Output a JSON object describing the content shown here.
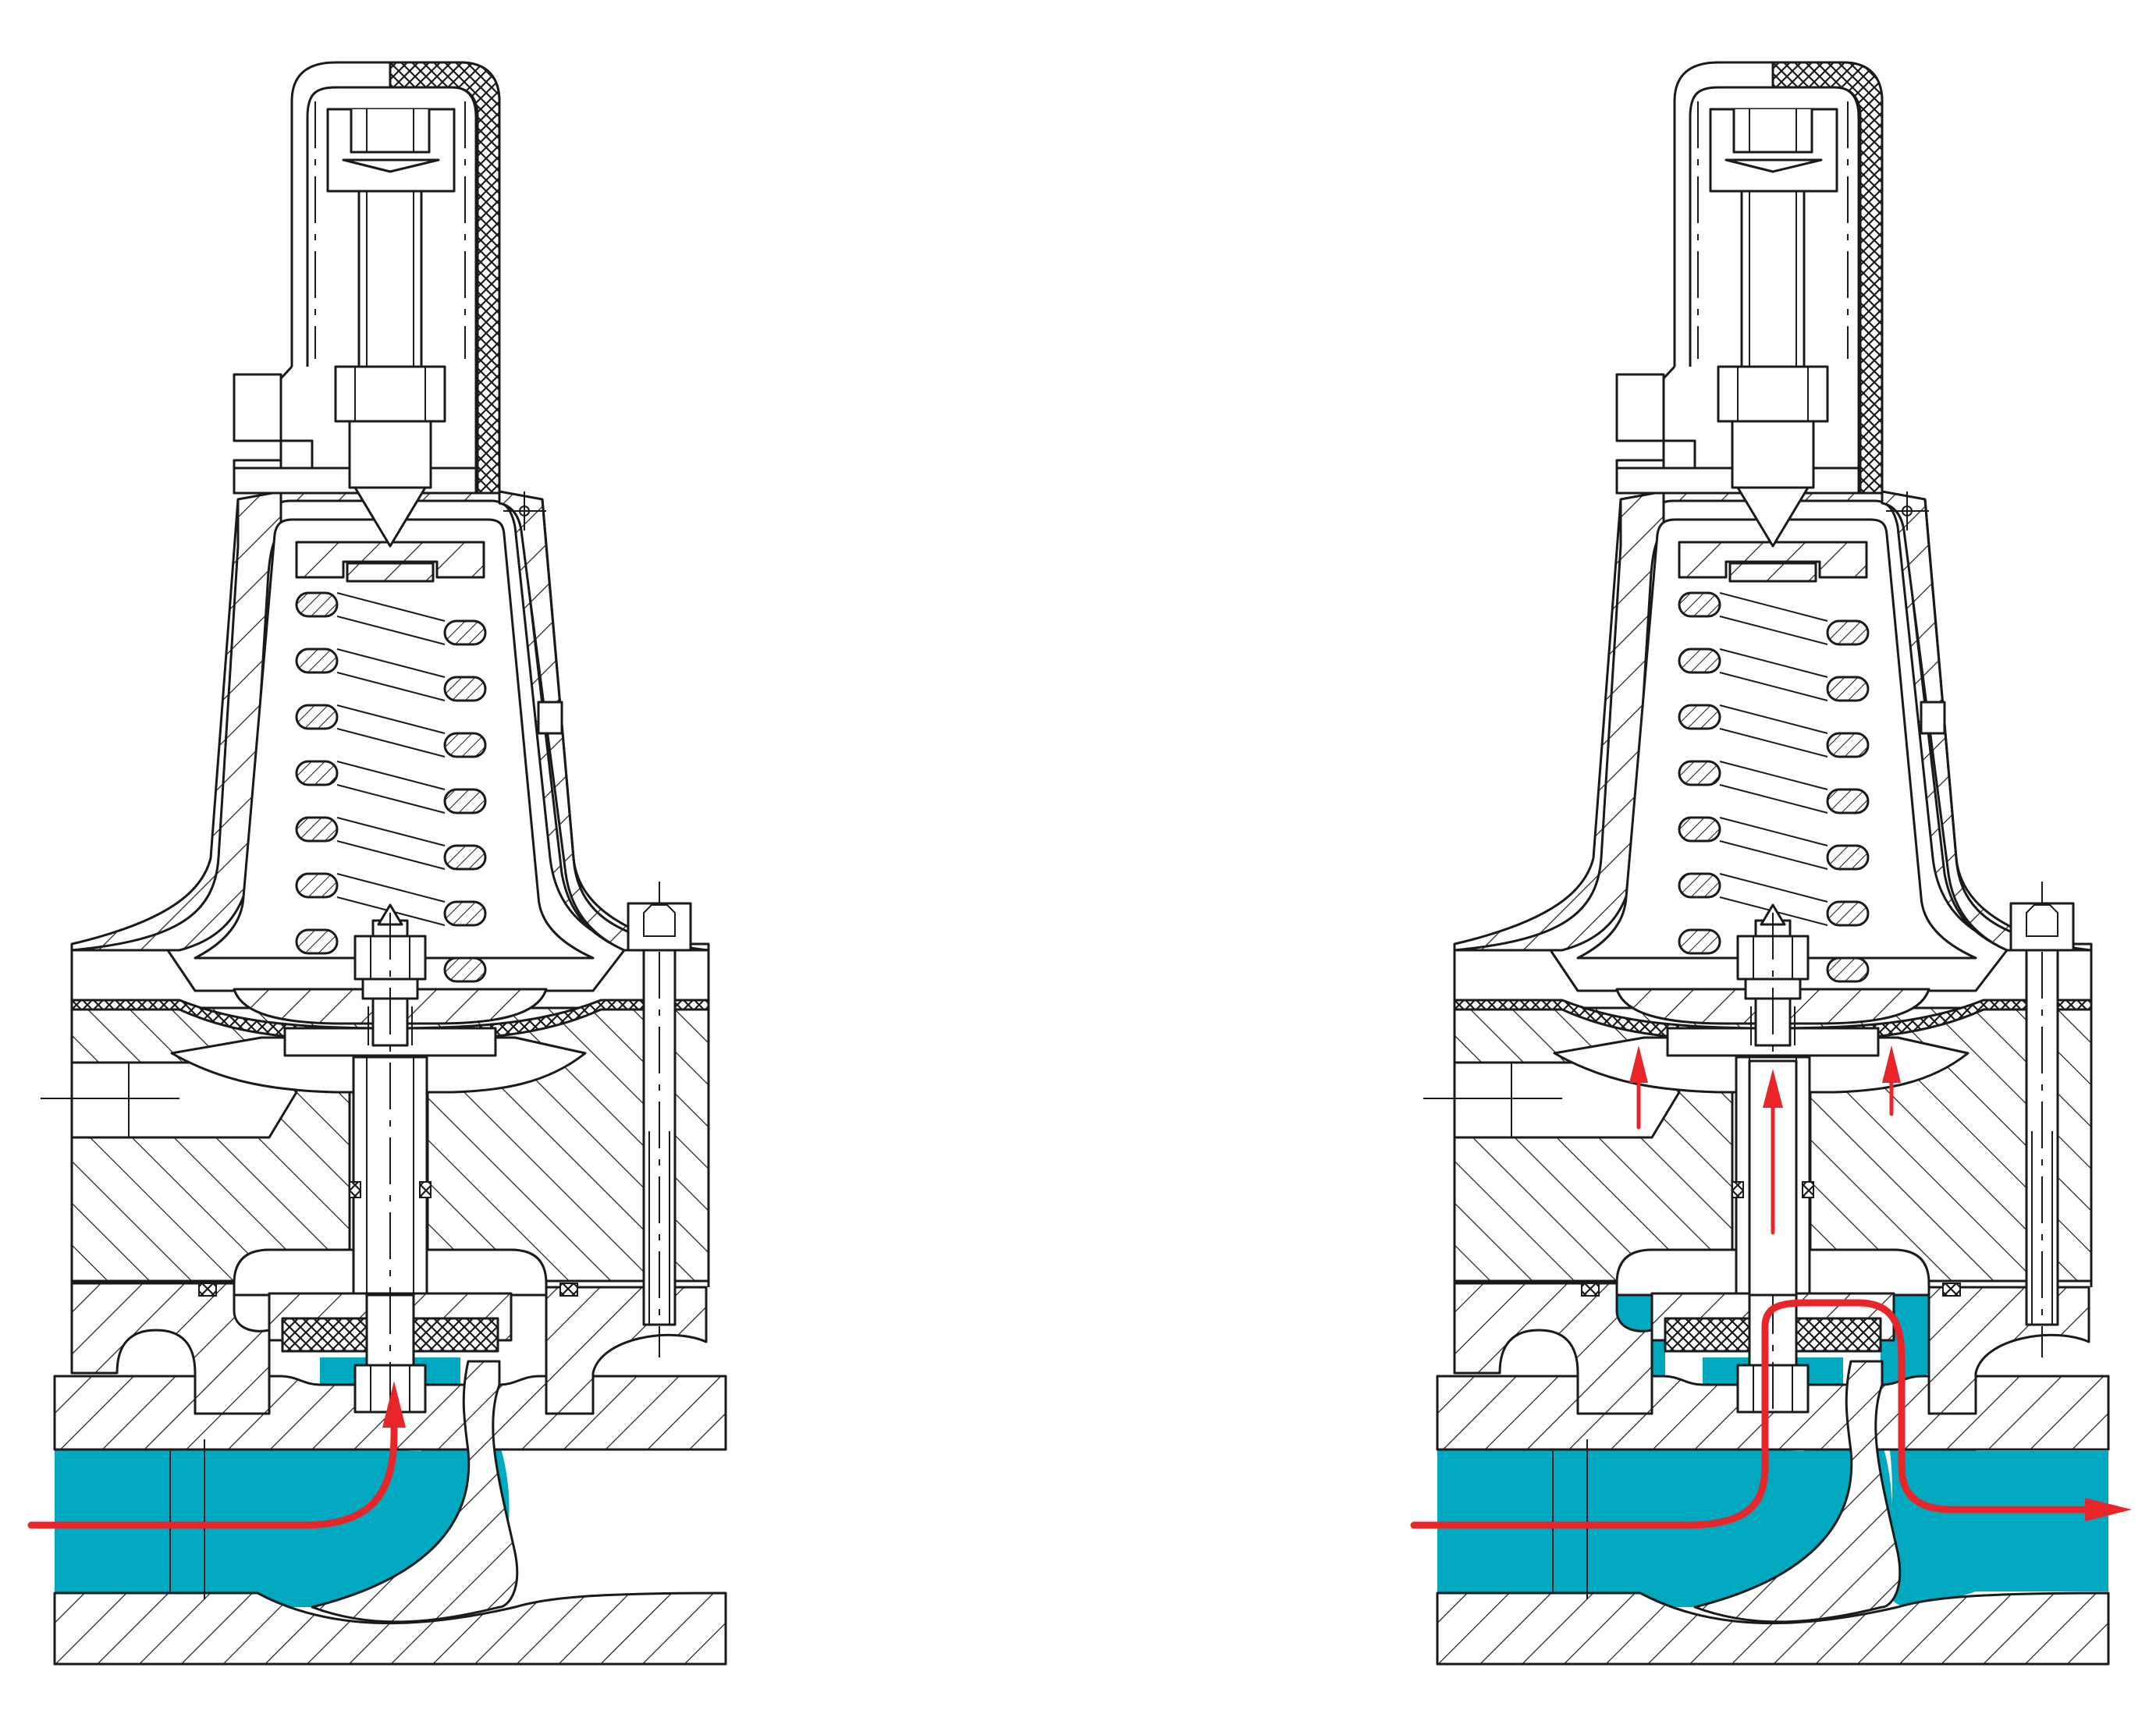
{
  "colors": {
    "medium": "#00a8c0",
    "flow": "#e8262a",
    "line": "#1a1a1a",
    "background": "#ffffff"
  },
  "icons": {
    "flow_direction": "arrow-icon",
    "adjusting_screw": "hex-socket-screw-icon"
  },
  "views": [
    {
      "id": "closed",
      "state": "closed",
      "outlet_flow": false,
      "lower_chamber_filled": false
    },
    {
      "id": "open",
      "state": "open",
      "outlet_flow": true,
      "lower_chamber_filled": true
    }
  ]
}
